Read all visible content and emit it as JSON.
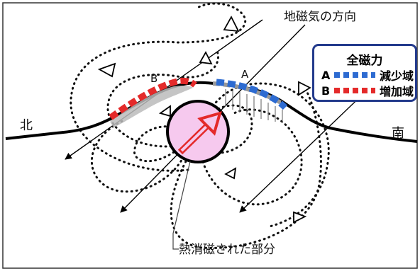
{
  "labels": {
    "field_direction": "地磁気の方向",
    "north": "北",
    "south": "南",
    "point_a": "A",
    "point_b": "B",
    "demagnetized": "熱消磁された部分"
  },
  "legend": {
    "title": "全磁力",
    "a_letter": "A",
    "a_label": "減少域",
    "b_letter": "B",
    "b_label": "増加域"
  },
  "colors": {
    "decrease": "#2d6bd1",
    "increase": "#e42a2a",
    "body_fill": "#f6c9ee",
    "legend_border": "#233a8c"
  }
}
